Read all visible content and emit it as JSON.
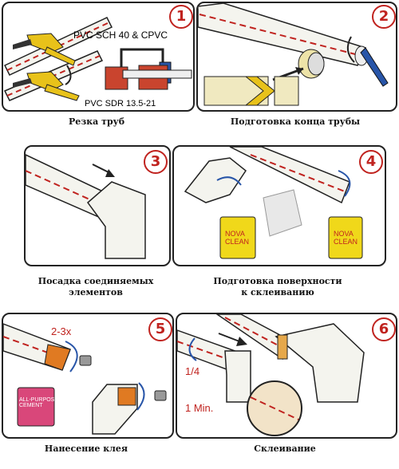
{
  "steps": [
    {
      "number": "1",
      "caption": "Резка труб",
      "labels": {
        "top": "PVC SCH 40  &  CPVC",
        "bottom": "PVC SDR 13.5-21"
      }
    },
    {
      "number": "2",
      "caption": "Подготовка конца трубы"
    },
    {
      "number": "3",
      "caption": "Посадка соединяемых\nэлементов"
    },
    {
      "number": "4",
      "caption": "Подготовка поверхности\nк склеиванию",
      "can_label": "NOVA\nCLEAN"
    },
    {
      "number": "5",
      "caption": "Нанесение клея",
      "labels": {
        "repeat": "2-3x"
      },
      "can_label": "ALL-PURPOSE\nCEMENT"
    },
    {
      "number": "6",
      "caption": "Склеивание",
      "labels": {
        "turn": "1/4",
        "time": "1 Min."
      }
    }
  ],
  "colors": {
    "accent": "#c0231f",
    "border": "#222222",
    "pipe_fill": "#f4f4ee",
    "dash": "#c0231f"
  },
  "icons": [
    "pipe-cutter-icon",
    "hacksaw-icon",
    "chamfer-tool-icon",
    "deburr-tool-icon",
    "rotation-arrow-icon",
    "push-arrow-icon",
    "cleaner-can-icon",
    "cement-can-icon",
    "cloth-icon"
  ]
}
